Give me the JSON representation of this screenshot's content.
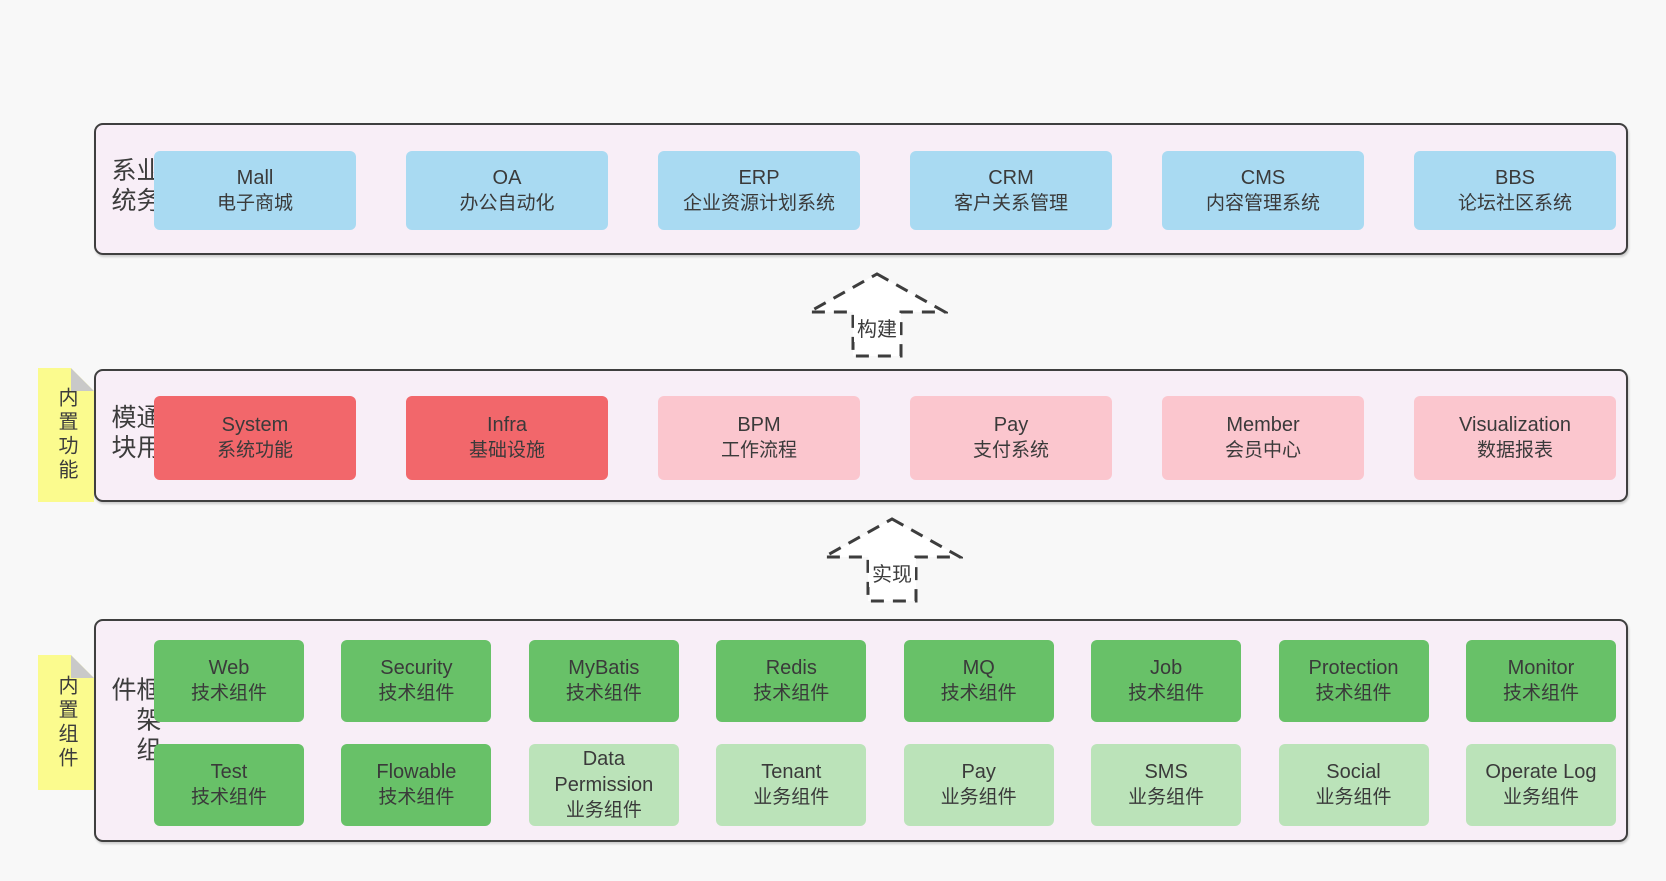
{
  "colors": {
    "page_bg": "#f8f8f8",
    "layer_bg": "#f8eef7",
    "blue": "#a9daf2",
    "red": "#f2676b",
    "pink": "#fbc6ce",
    "green_dark": "#68c168",
    "green_light": "#bbe3b9",
    "sticky_yellow": "#fbfb8e"
  },
  "stickies": [
    {
      "label": "内置功能"
    },
    {
      "label": "内置组件"
    }
  ],
  "arrows": [
    {
      "label": "构建"
    },
    {
      "label": "实现"
    }
  ],
  "layers": [
    {
      "title": "业务系统",
      "boxes": [
        {
          "name": "Mall",
          "desc": "电子商城"
        },
        {
          "name": "OA",
          "desc": "办公自动化"
        },
        {
          "name": "ERP",
          "desc": "企业资源计划系统"
        },
        {
          "name": "CRM",
          "desc": "客户关系管理"
        },
        {
          "name": "CMS",
          "desc": "内容管理系统"
        },
        {
          "name": "BBS",
          "desc": "论坛社区系统"
        }
      ]
    },
    {
      "title": "通用模块",
      "boxes": [
        {
          "name": "System",
          "desc": "系统功能"
        },
        {
          "name": "Infra",
          "desc": "基础设施"
        },
        {
          "name": "BPM",
          "desc": "工作流程"
        },
        {
          "name": "Pay",
          "desc": "支付系统"
        },
        {
          "name": "Member",
          "desc": "会员中心"
        },
        {
          "name": "Visualization",
          "desc": "数据报表"
        }
      ]
    },
    {
      "title": "框架组件",
      "rows": [
        [
          {
            "name": "Web",
            "desc": "技术组件"
          },
          {
            "name": "Security",
            "desc": "技术组件"
          },
          {
            "name": "MyBatis",
            "desc": "技术组件"
          },
          {
            "name": "Redis",
            "desc": "技术组件"
          },
          {
            "name": "MQ",
            "desc": "技术组件"
          },
          {
            "name": "Job",
            "desc": "技术组件"
          },
          {
            "name": "Protection",
            "desc": "技术组件"
          },
          {
            "name": "Monitor",
            "desc": "技术组件"
          }
        ],
        [
          {
            "name": "Test",
            "desc": "技术组件"
          },
          {
            "name": "Flowable",
            "desc": "技术组件"
          },
          {
            "name": "Data Permission",
            "desc": "业务组件"
          },
          {
            "name": "Tenant",
            "desc": "业务组件"
          },
          {
            "name": "Pay",
            "desc": "业务组件"
          },
          {
            "name": "SMS",
            "desc": "业务组件"
          },
          {
            "name": "Social",
            "desc": "业务组件"
          },
          {
            "name": "Operate Log",
            "desc": "业务组件"
          }
        ]
      ]
    }
  ]
}
